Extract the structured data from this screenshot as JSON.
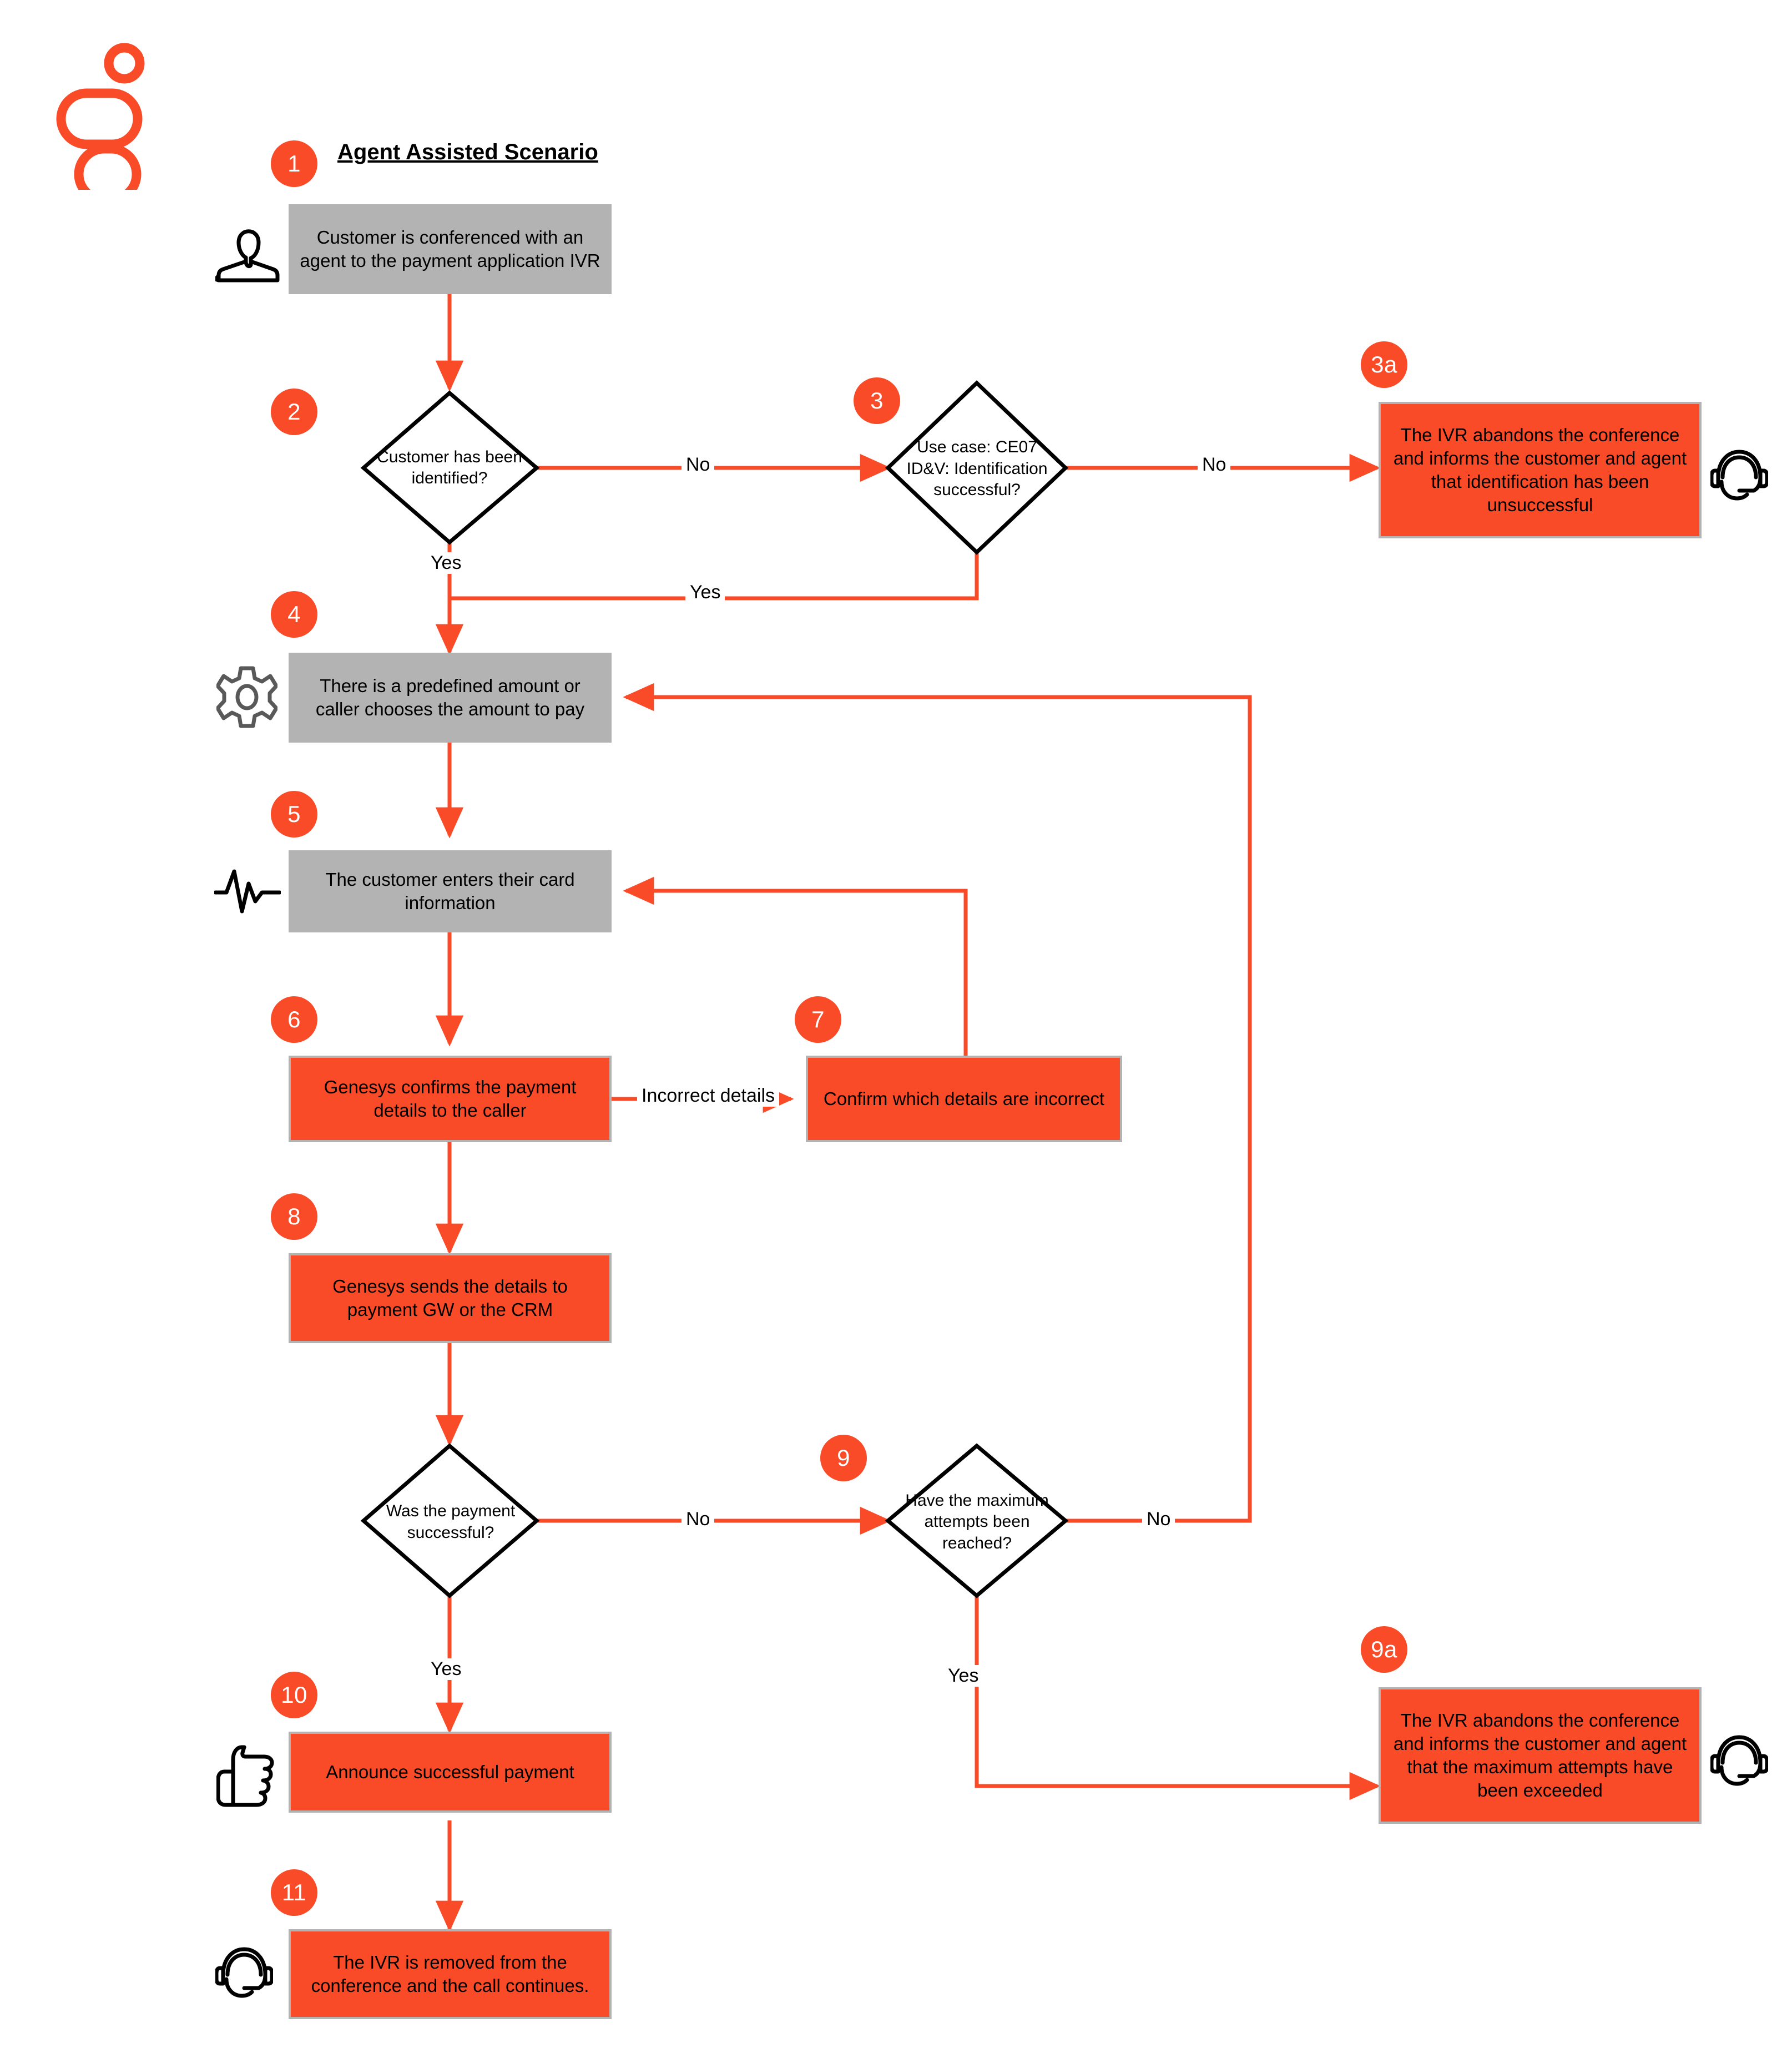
{
  "diagram": {
    "title": "Agent Assisted Scenario",
    "brand": {
      "name": "genesys-logo",
      "color": "#fa4b29"
    },
    "colors": {
      "accent": "#fa4b29",
      "process_gray": "#b3b3b3",
      "connector": "#fa4b29",
      "decision_border": "#000000",
      "text": "#000000"
    }
  },
  "nodes": [
    {
      "id": "n1",
      "badge": "1",
      "shape": "process",
      "fill": "gray",
      "icon": "customer-person-icon",
      "text": "Customer is conferenced with an agent to the payment application IVR"
    },
    {
      "id": "n2",
      "badge": "2",
      "shape": "decision",
      "fill": "white",
      "icon": null,
      "text": "Customer has been identified?"
    },
    {
      "id": "n3",
      "badge": "3",
      "shape": "decision",
      "fill": "white",
      "icon": null,
      "text": "Use case: CE07 ID&V: Identification successful?"
    },
    {
      "id": "n3a",
      "badge": "3a",
      "shape": "process",
      "fill": "orange",
      "icon": "headset-agent-icon",
      "text": "The IVR abandons the conference and informs the customer and agent that identification has been unsuccessful"
    },
    {
      "id": "n4",
      "badge": "4",
      "shape": "process",
      "fill": "gray",
      "icon": "gear-icon",
      "text": "There is a predefined amount or caller chooses the amount to pay"
    },
    {
      "id": "n5",
      "badge": "5",
      "shape": "process",
      "fill": "gray",
      "icon": "waveform-icon",
      "text": "The customer enters their card information"
    },
    {
      "id": "n6",
      "badge": "6",
      "shape": "process",
      "fill": "orange",
      "icon": null,
      "text": "Genesys confirms the payment details to the caller"
    },
    {
      "id": "n7",
      "badge": "7",
      "shape": "process",
      "fill": "orange",
      "icon": null,
      "text": "Confirm which details are incorrect"
    },
    {
      "id": "n8",
      "badge": "8",
      "shape": "process",
      "fill": "orange",
      "icon": null,
      "text": "Genesys sends the details to payment GW or the CRM"
    },
    {
      "id": "n9d",
      "badge": null,
      "shape": "decision",
      "fill": "white",
      "icon": null,
      "text": "Was the payment successful?"
    },
    {
      "id": "n9",
      "badge": "9",
      "shape": "decision",
      "fill": "white",
      "icon": null,
      "text": "Have the maximum attempts been reached?"
    },
    {
      "id": "n9a",
      "badge": "9a",
      "shape": "process",
      "fill": "orange",
      "icon": "headset-agent-icon",
      "text": "The IVR abandons the conference and informs the customer and agent that the maximum attempts have been exceeded"
    },
    {
      "id": "n10",
      "badge": "10",
      "shape": "process",
      "fill": "orange",
      "icon": "thumbs-up-icon",
      "text": "Announce successful payment"
    },
    {
      "id": "n11",
      "badge": "11",
      "shape": "process",
      "fill": "orange",
      "icon": "headset-agent-icon",
      "text": "The IVR is removed from the conference and the call continues."
    }
  ],
  "edge_labels": {
    "e_2_3": "No",
    "e_2_4": "Yes",
    "e_3_3a": "No",
    "e_3_4": "Yes",
    "e_6_7": "Incorrect details",
    "e_9d_9": "No",
    "e_9d_10": "Yes",
    "e_9_loop": "No",
    "e_9_9a": "Yes"
  }
}
